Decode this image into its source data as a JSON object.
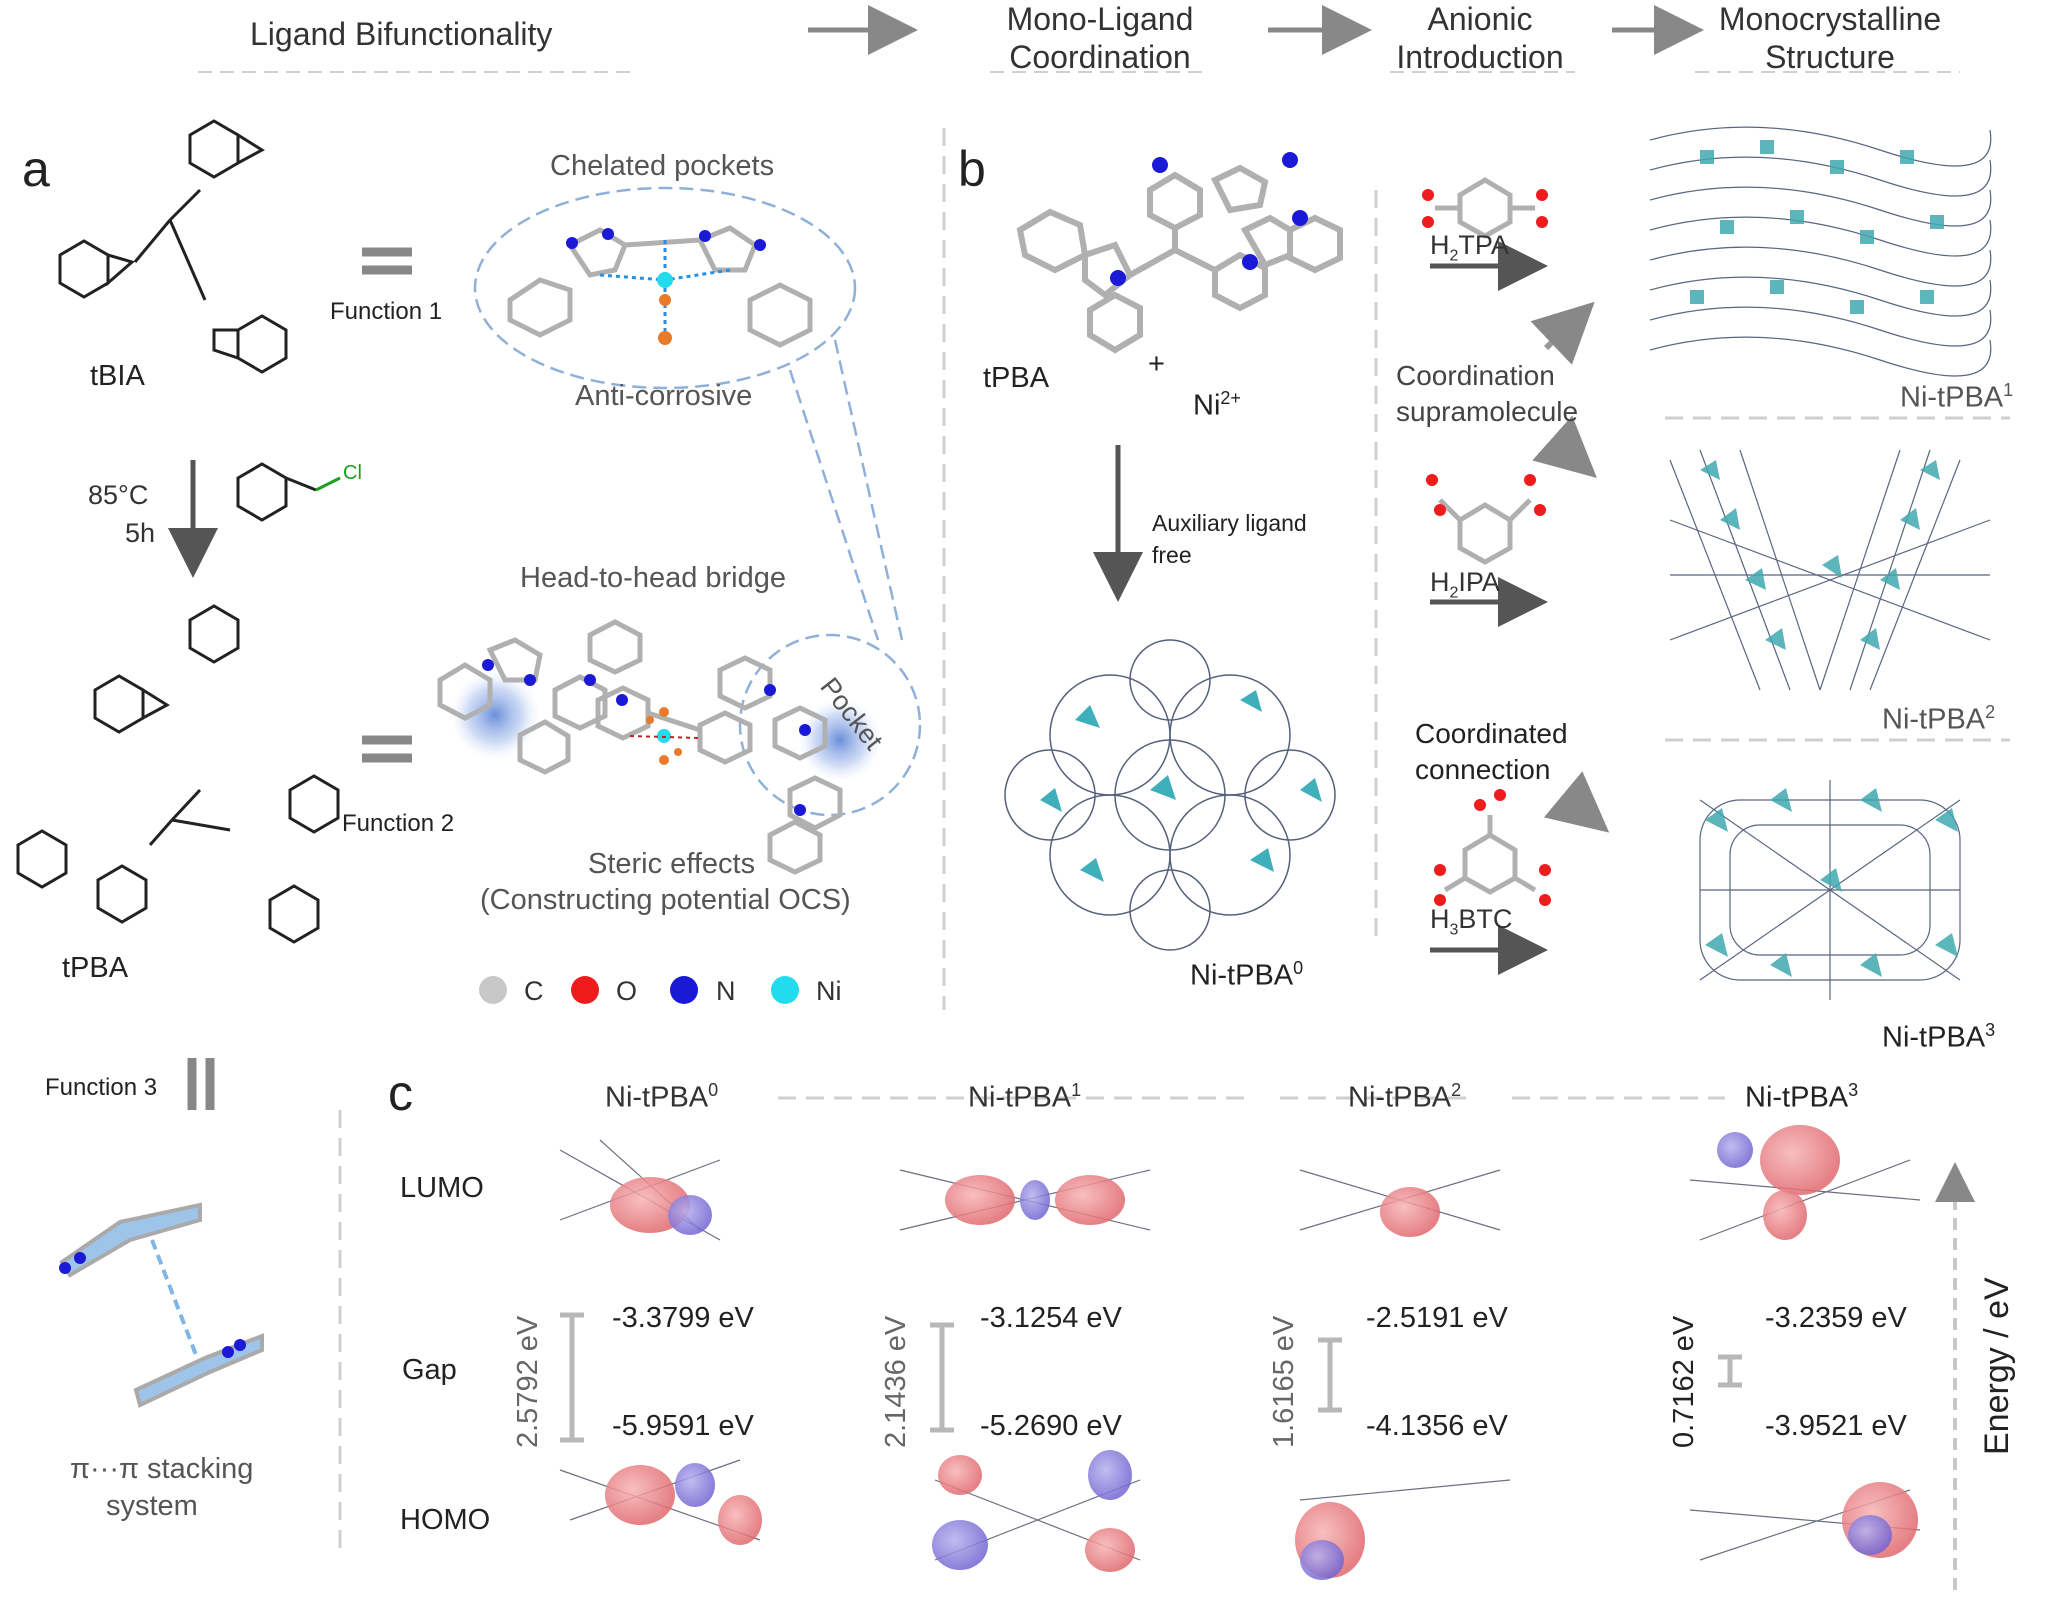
{
  "header": {
    "steps": [
      "Ligand Bifunctionality",
      "Mono-Ligand Coordination",
      "Anionic Introduction",
      "Monocrystalline Structure"
    ]
  },
  "panel_a": {
    "letter": "a",
    "ligand_start": "tBIA",
    "reaction_temp": "85°C",
    "reaction_time": "5h",
    "reagent_cl": "Cl",
    "ligand_product": "tPBA",
    "function1": "Function 1",
    "function2": "Function 2",
    "function3": "Function 3",
    "chelated_pockets": "Chelated  pockets",
    "anti_corrosive": "Anti-corrosive",
    "head_to_head": "Head-to-head bridge",
    "pocket": "Pocket",
    "steric1": "Steric effects",
    "steric2": "(Constructing potential OCS)",
    "pi_stacking1": "π···π stacking",
    "pi_stacking2": "system"
  },
  "legend": {
    "items": [
      {
        "label": "C",
        "color": "#c8c8c8"
      },
      {
        "label": "O",
        "color": "#ee1c1c"
      },
      {
        "label": "N",
        "color": "#1a1ad6"
      },
      {
        "label": "Ni",
        "color": "#22dcee"
      }
    ]
  },
  "panel_b": {
    "letter": "b",
    "tpba": "tPBA",
    "plus": "+",
    "ni_base": "Ni",
    "ni_sup": "2+",
    "aux1": "Auxiliary ligand",
    "aux2": "free",
    "ni0_base": "Ni-tPBA",
    "ni0_sup": "0",
    "h2tpa_h": "H",
    "h2tpa_sub": "2",
    "h2tpa_rest": "TPA",
    "h2ipa_h": "H",
    "h2ipa_sub": "2",
    "h2ipa_rest": "IPA",
    "h3btc_h": "H",
    "h3btc_sub": "3",
    "h3btc_rest": "BTC",
    "coord_supra1": "Coordination",
    "coord_supra2": "supramolecule",
    "coord_conn1": "Coordinated",
    "coord_conn2": "connection",
    "ni1_base": "Ni-tPBA",
    "ni1_sup": "1",
    "ni2_base": "Ni-tPBA",
    "ni2_sup": "2",
    "ni3_base": "Ni-tPBA",
    "ni3_sup": "3"
  },
  "panel_c": {
    "letter": "c",
    "row_lumo": "LUMO",
    "row_gap": "Gap",
    "row_homo": "HOMO",
    "axis_label": "Energy / eV",
    "columns": [
      {
        "name": "Ni-tPBA",
        "sup": "0",
        "lumo": "-3.3799 eV",
        "homo": "-5.9591 eV",
        "gap": "2.5792 eV"
      },
      {
        "name": "Ni-tPBA",
        "sup": "1",
        "lumo": "-3.1254 eV",
        "homo": "-5.2690 eV",
        "gap": "2.1436 eV"
      },
      {
        "name": "Ni-tPBA",
        "sup": "2",
        "lumo": "-2.5191 eV",
        "homo": "-4.1356 eV",
        "gap": "1.6165 eV"
      },
      {
        "name": "Ni-tPBA",
        "sup": "3",
        "lumo": "-3.2359 eV",
        "homo": "-3.9521 eV",
        "gap": "0.7162 eV"
      }
    ]
  }
}
